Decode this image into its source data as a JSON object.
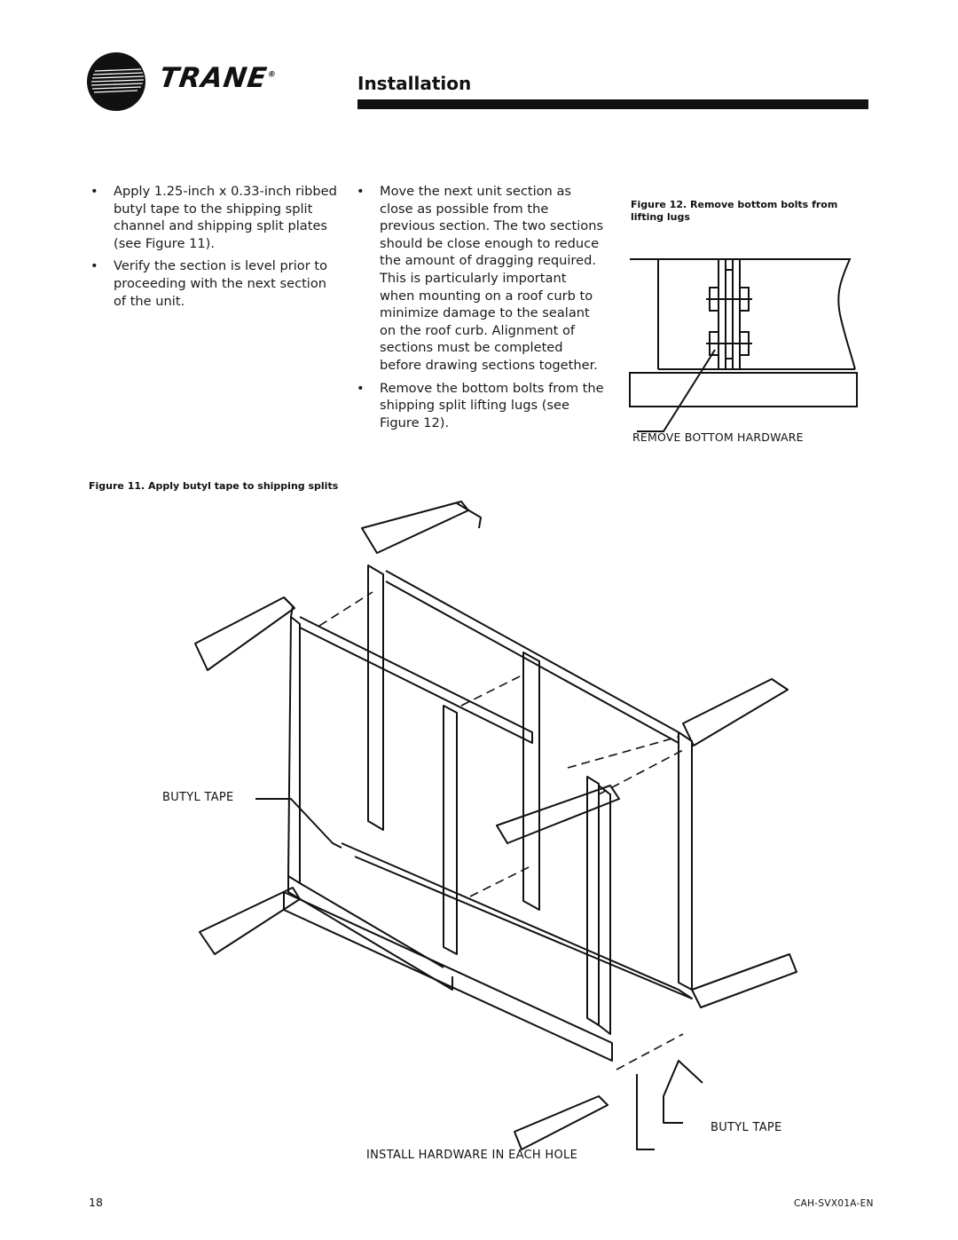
{
  "header": {
    "brand": "TRANE",
    "brand_reg": "®",
    "section_title": "Installation"
  },
  "column1": {
    "bullets": [
      "Apply 1.25-inch x 0.33-inch ribbed butyl tape to the shipping split channel and shipping split plates (see Figure 11).",
      "Verify the section is level prior to proceeding with the next section of the unit."
    ]
  },
  "column2": {
    "bullets": [
      "Move the next unit section as close as possible from the previous section. The two sections should be close enough to reduce the amount of dragging required. This is particularly important when mounting on a roof curb to minimize damage to the sealant on the roof curb. Alignment of sections must be completed before drawing sections together.",
      "Remove the bottom bolts from the shipping split lifting lugs (see Figure 12)."
    ]
  },
  "figure12": {
    "caption": "Figure 12. Remove bottom bolts from lifting lugs",
    "label": "REMOVE BOTTOM HARDWARE"
  },
  "figure11": {
    "caption": "Figure 11. Apply butyl tape to shipping splits",
    "label_butyl_left": "BUTYL TAPE",
    "label_butyl_right": "BUTYL TAPE",
    "label_install": "INSTALL HARDWARE IN EACH HOLE"
  },
  "footer": {
    "page_number": "18",
    "doc_code": "CAH-SVX01A-EN"
  }
}
